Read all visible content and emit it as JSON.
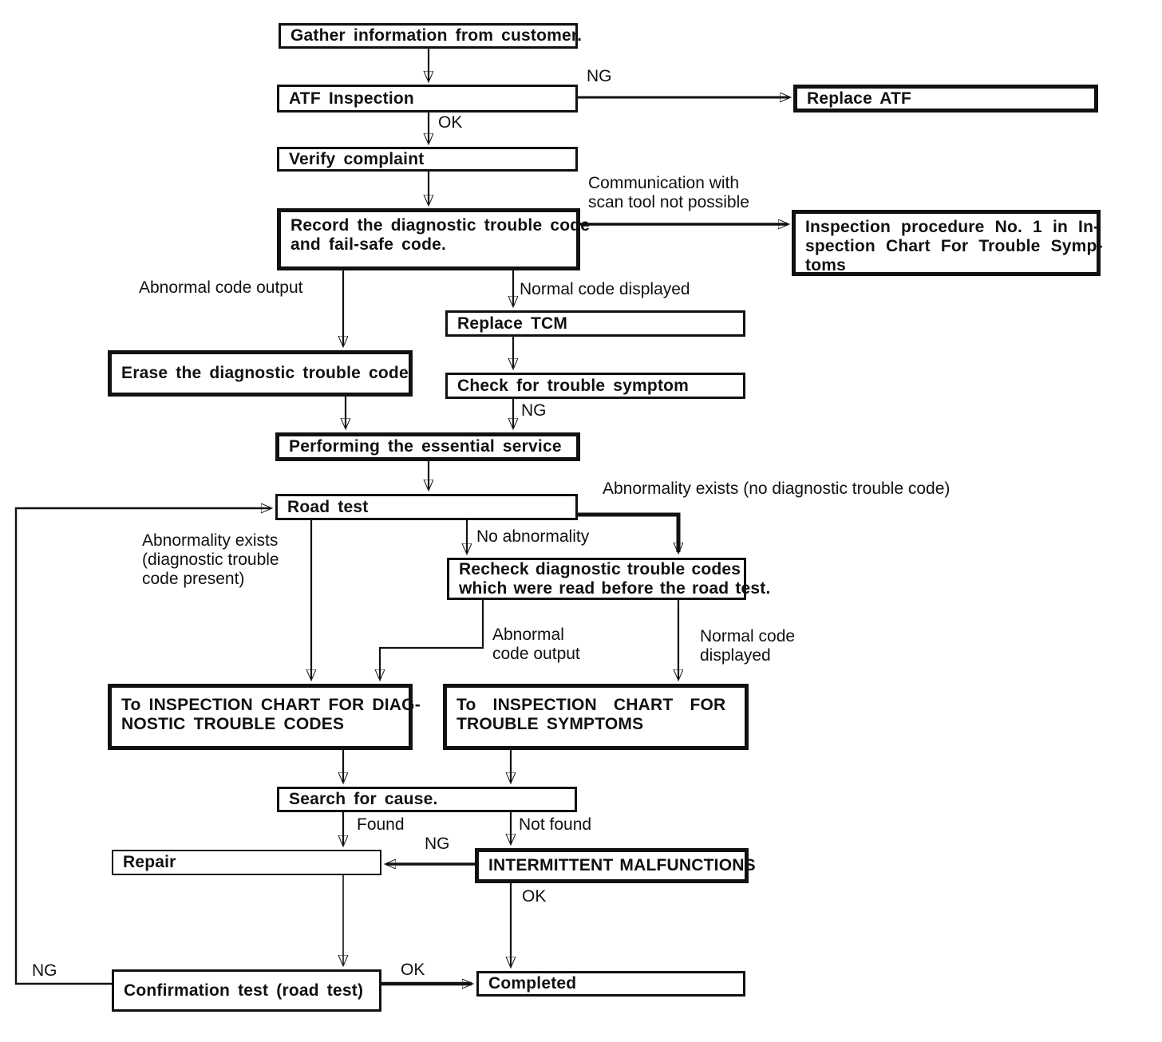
{
  "diagram": {
    "colors": {
      "ink": "#111111",
      "background": "#ffffff"
    },
    "nodes": {
      "gather": {
        "label": "Gather information from customer."
      },
      "atf": {
        "label": "ATF Inspection"
      },
      "replace_atf": {
        "label": "Replace ATF"
      },
      "verify": {
        "label": "Verify complaint"
      },
      "record": {
        "lines": [
          "Record the diagnostic trouble code",
          "and fail-safe code."
        ]
      },
      "insp_proc": {
        "lines": [
          "Inspection procedure No. 1 in In-",
          "spection Chart For Trouble Symp-",
          "toms"
        ]
      },
      "erase": {
        "label": "Erase the diagnostic trouble code"
      },
      "replace_tcm": {
        "label": "Replace TCM"
      },
      "check_symptom": {
        "label": "Check for trouble symptom"
      },
      "performing": {
        "label": "Performing the essential service"
      },
      "road_test": {
        "label": "Road test"
      },
      "recheck": {
        "lines": [
          "Recheck diagnostic trouble codes",
          "which were read before the road test."
        ]
      },
      "diag_chart": {
        "lines": [
          "To INSPECTION CHART FOR DIAG-",
          "NOSTIC TROUBLE CODES"
        ]
      },
      "symp_chart": {
        "lines": [
          "To INSPECTION CHART FOR",
          "TROUBLE SYMPTOMS"
        ]
      },
      "search": {
        "label": "Search for cause."
      },
      "repair": {
        "label": "Repair"
      },
      "intermittent": {
        "label": "INTERMITTENT MALFUNCTIONS"
      },
      "confirmation": {
        "label": "Confirmation test (road test)"
      },
      "completed": {
        "label": "Completed"
      }
    },
    "edge_labels": {
      "ng_atf": "NG",
      "ok_atf": "OK",
      "comm_lines": [
        "Communication with",
        "scan tool not possible"
      ],
      "abnormal_code_output": "Abnormal code output",
      "normal_code_displayed": "Normal code displayed",
      "ng_check": "NG",
      "abnormality_no_dtc": "Abnormality exists (no diagnostic trouble code)",
      "no_abnormality": "No abnormality",
      "abnormality_dtc_lines": [
        "Abnormality exists",
        "(diagnostic trouble",
        "code present)"
      ],
      "abnormal_code_output2_lines": [
        "Abnormal",
        "code output"
      ],
      "normal_code_displayed2_lines": [
        "Normal code",
        "displayed"
      ],
      "found": "Found",
      "not_found": "Not found",
      "ng_intermittent": "NG",
      "ok_intermittent": "OK",
      "ng_loop": "NG",
      "ok_confirmation": "OK"
    }
  }
}
